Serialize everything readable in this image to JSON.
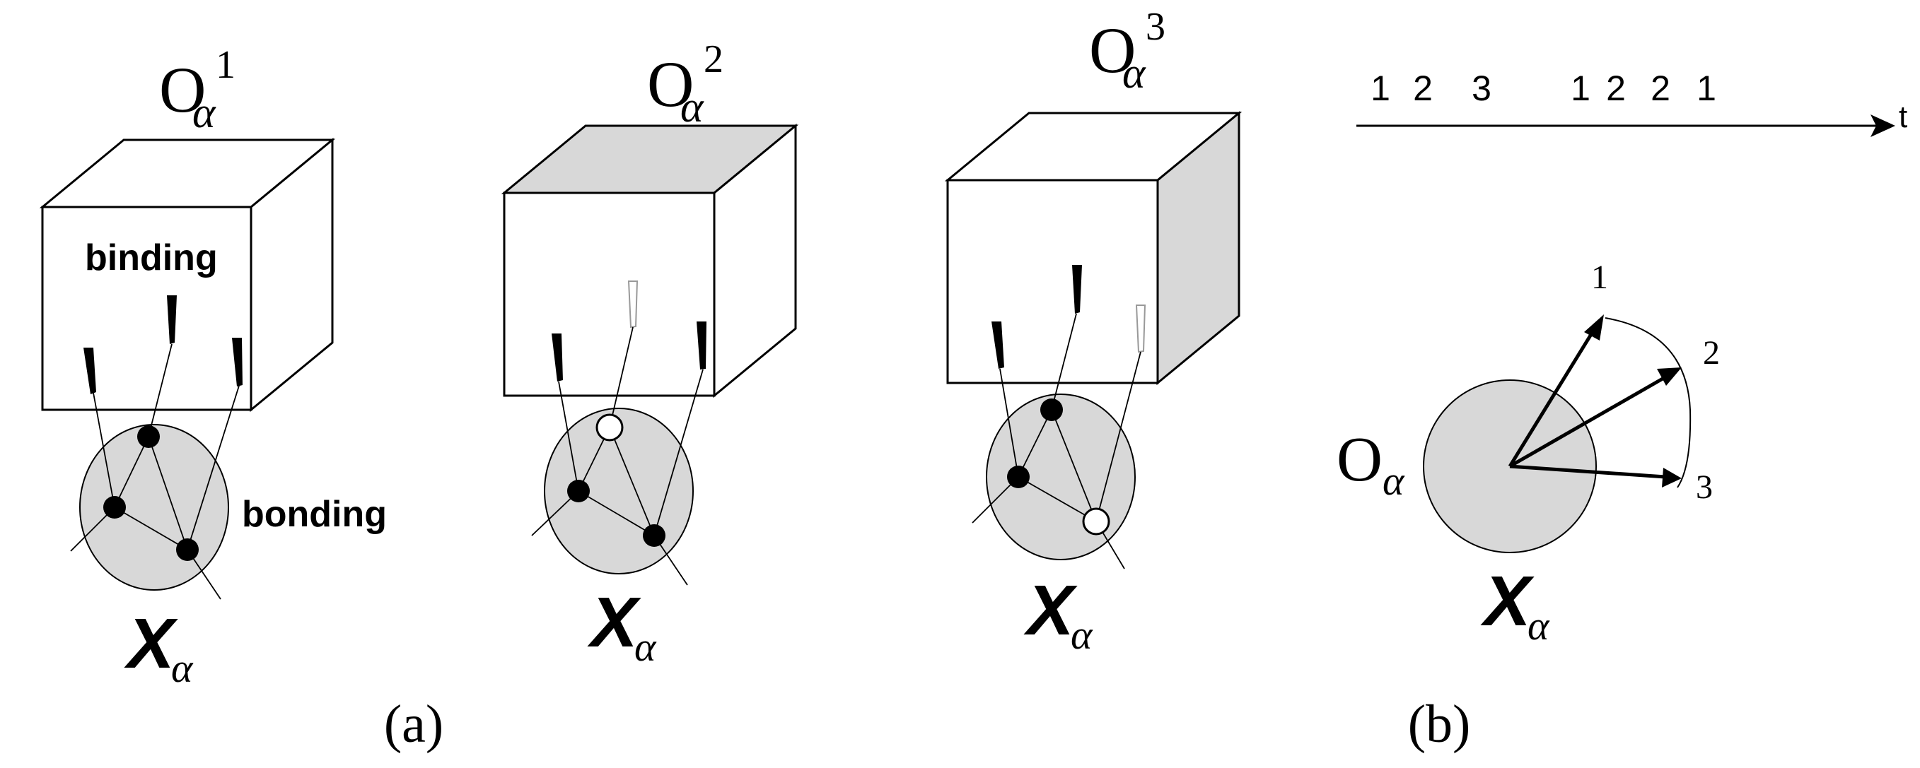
{
  "panel_a": {
    "label": "(a)",
    "cube_1": {
      "title": "O",
      "sub": "α",
      "sup": "1"
    },
    "cube_2": {
      "title": "O",
      "sub": "α",
      "sup": "2"
    },
    "cube_3": {
      "title": "O",
      "sub": "α",
      "sup": "3"
    },
    "binding_text": "binding",
    "bonding_text": "bonding",
    "x_label": "X",
    "x_sub": "α"
  },
  "panel_b": {
    "label": "(b)",
    "sequence": [
      "1",
      "2",
      "3",
      "1",
      "2",
      "2",
      "1"
    ],
    "axis_label": "t",
    "vector_labels": [
      "1",
      "2",
      "3"
    ],
    "circle_label": "O",
    "circle_sub": "α",
    "x_label": "X",
    "x_sub": "α"
  },
  "colors": {
    "stroke": "#000000",
    "shade": "#d8d8d8",
    "background": "#ffffff"
  }
}
